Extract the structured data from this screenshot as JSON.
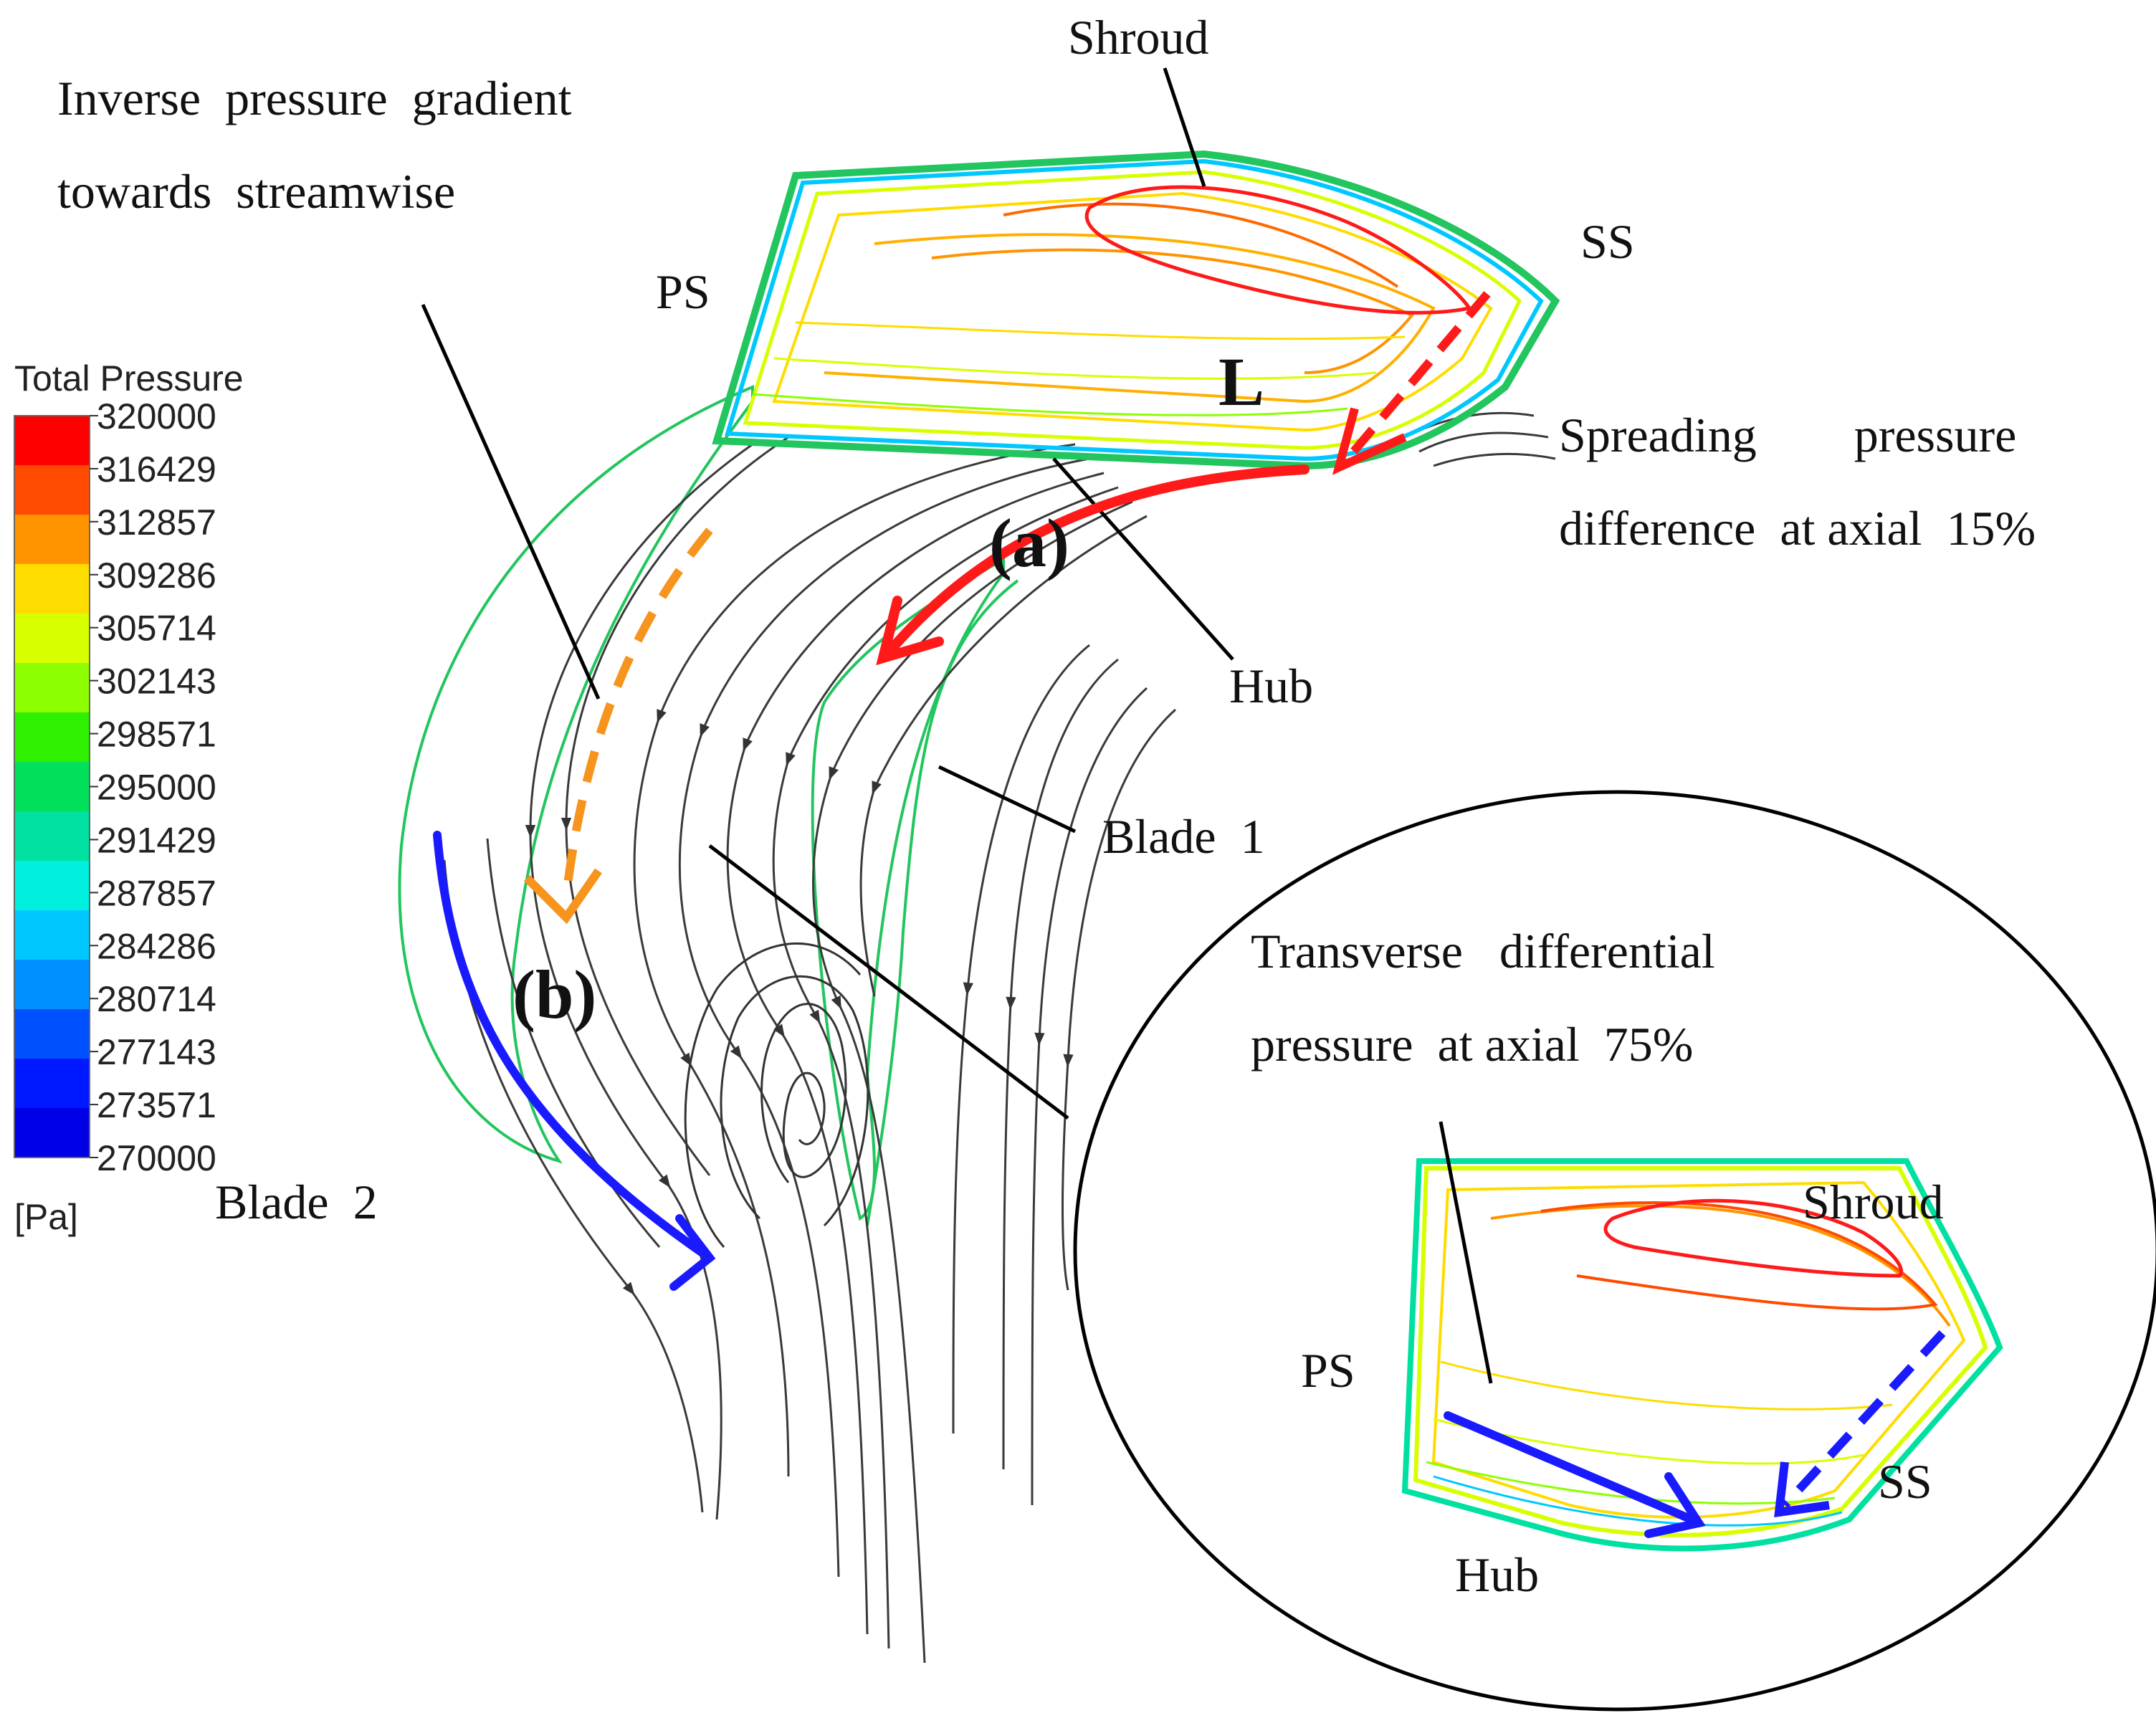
{
  "legend": {
    "title": "Total Pressure",
    "unit": "[Pa]",
    "ticks": [
      "320000",
      "316429",
      "312857",
      "309286",
      "305714",
      "302143",
      "298571",
      "295000",
      "291429",
      "287857",
      "284286",
      "280714",
      "277143",
      "273571",
      "270000"
    ],
    "colors": [
      "#ff0000",
      "#ff4a00",
      "#ff9400",
      "#ffdc00",
      "#d8ff00",
      "#8cff00",
      "#2ef000",
      "#00e05a",
      "#00e0a0",
      "#00f0e0",
      "#00c8ff",
      "#0090ff",
      "#0050ff",
      "#0018ff",
      "#0000e6"
    ]
  },
  "labels": {
    "inverse_line1": "Inverse  pressure  gradient",
    "inverse_line2": "towards  streamwise",
    "shroud_top": "Shroud",
    "ss_top": "SS",
    "ps_top": "PS",
    "l_marker": "L",
    "spreading_line1": "Spreading        pressure",
    "spreading_line2": "difference  at axial  15%",
    "a_marker": "(a)",
    "hub_top": "Hub",
    "blade1": "Blade  1",
    "b_marker": "(b)",
    "blade2": "Blade  2",
    "transverse_line1": "Transverse   differential",
    "transverse_line2": "pressure  at axial  75%",
    "shroud_inset": "Shroud",
    "ps_inset": "PS",
    "ss_inset": "SS",
    "hub_inset": "Hub"
  },
  "colors": {
    "red_arrow": "#ff1a1a",
    "orange_arrow": "#f7941d",
    "blue_arrow": "#1a1aff",
    "streamline": "#3a3a3a",
    "blade_outline": "#22c55e"
  }
}
